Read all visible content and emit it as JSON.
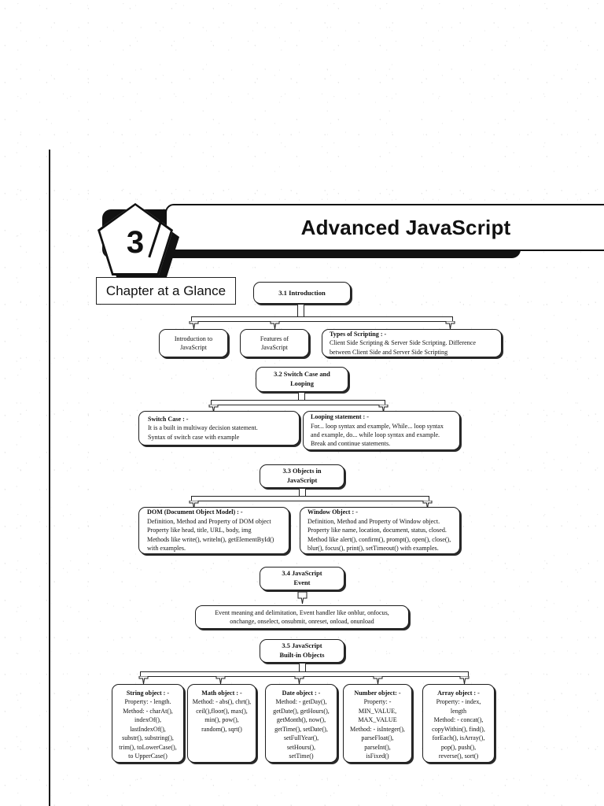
{
  "page": {
    "chapter_number": "3",
    "chapter_title": "Advanced JavaScript",
    "glance_label": "Chapter at a Glance"
  },
  "sections": {
    "s31": {
      "title_line1": "3.1 Introduction"
    },
    "s31_children": [
      {
        "line1": "Introduction to",
        "line2": "JavaScript"
      },
      {
        "line1": "Features of",
        "line2": "JavaScript"
      }
    ],
    "types_of_scripting": {
      "heading": "Types of Scripting : -",
      "line1": "Client Side Scripting & Server Side Scripting. Difference",
      "line2": "between Client Side and Server Side Scripting"
    },
    "s32": {
      "title_line1": "3.2 Switch Case and",
      "title_line2": "Looping"
    },
    "switch_case": {
      "heading": "Switch Case : -",
      "line1": "It is a built in multiway decision statement.",
      "line2": "Syntax of switch case with example"
    },
    "looping_statement": {
      "heading": "Looping statement : -",
      "line1": "For... loop syntax and example, While... loop syntax",
      "line2": "and example, do... while loop syntax and example.",
      "line3": "Break and continue statements."
    },
    "s33": {
      "title_line1": "3.3 Objects in",
      "title_line2": "JavaScript"
    },
    "dom": {
      "heading": "DOM (Document Object Model) : -",
      "line1": "Definition, Method and Property of DOM object",
      "line2": "Property like head, title, URL, body, img",
      "line3": "Methods like write(), writeln(), getElementById()",
      "line4": "with examples."
    },
    "window_object": {
      "heading": "Window Object : -",
      "line1": "Definition, Method and Property of Window object.",
      "line2": "Property like name, location, document, status, closed.",
      "line3": "Method like alert(), confirm(), prompt(), open(), close(),",
      "line4": "blur(), focus(), print(), setTimeout() with examples."
    },
    "s34": {
      "title_line1": "3.4 JavaScript",
      "title_line2": "Event"
    },
    "event_detail": {
      "line1": "Event meaning and delimitation, Event handler like onblur, onfocus,",
      "line2": "onchange, onselect, onsubmit, onreset, onload, onunload"
    },
    "s35": {
      "title_line1": "3.5 JavaScript",
      "title_line2": "Built-in Objects"
    }
  },
  "builtin_objects": [
    {
      "name": "string-object",
      "heading": "String object : -",
      "lines": [
        "Property: - length.",
        "Method: - charAt(),",
        "indexOf(),",
        "lastIndexOf(),",
        "substr(), substring(),",
        "trim(), toLowerCase(),",
        "to UpperCase()"
      ]
    },
    {
      "name": "math-object",
      "heading": "Math object : -",
      "lines": [
        "Method: - abs(), chrt(),",
        "ceil(),floor(), max(),",
        "min(), pow(),",
        "random(), sqrt()"
      ]
    },
    {
      "name": "date-object",
      "heading": "Date object : -",
      "lines": [
        "Method: - getDay(),",
        "getDate(), getHours(),",
        "getMonth(), now(),",
        "getTime(), setDate(),",
        "setFullYear(),",
        "setHours(),",
        "setTime()"
      ]
    },
    {
      "name": "number-object",
      "heading": "Number object: -",
      "lines": [
        "Property: -",
        "MIN_VALUE,",
        "MAX_VALUE",
        "Method: - isInteger(),",
        "parseFloat(),",
        "parseInt(),",
        "isFixed()"
      ]
    },
    {
      "name": "array-object",
      "heading": "Array object : -",
      "lines": [
        "Property: - index,",
        "length",
        "Method: - concat(),",
        "copyWithin(), find(),",
        "forEach(), isArray(),",
        "pop(), push(),",
        "reverse(), sort()"
      ]
    }
  ],
  "colors": {
    "ink": "#111111",
    "paper": "#ffffff"
  }
}
